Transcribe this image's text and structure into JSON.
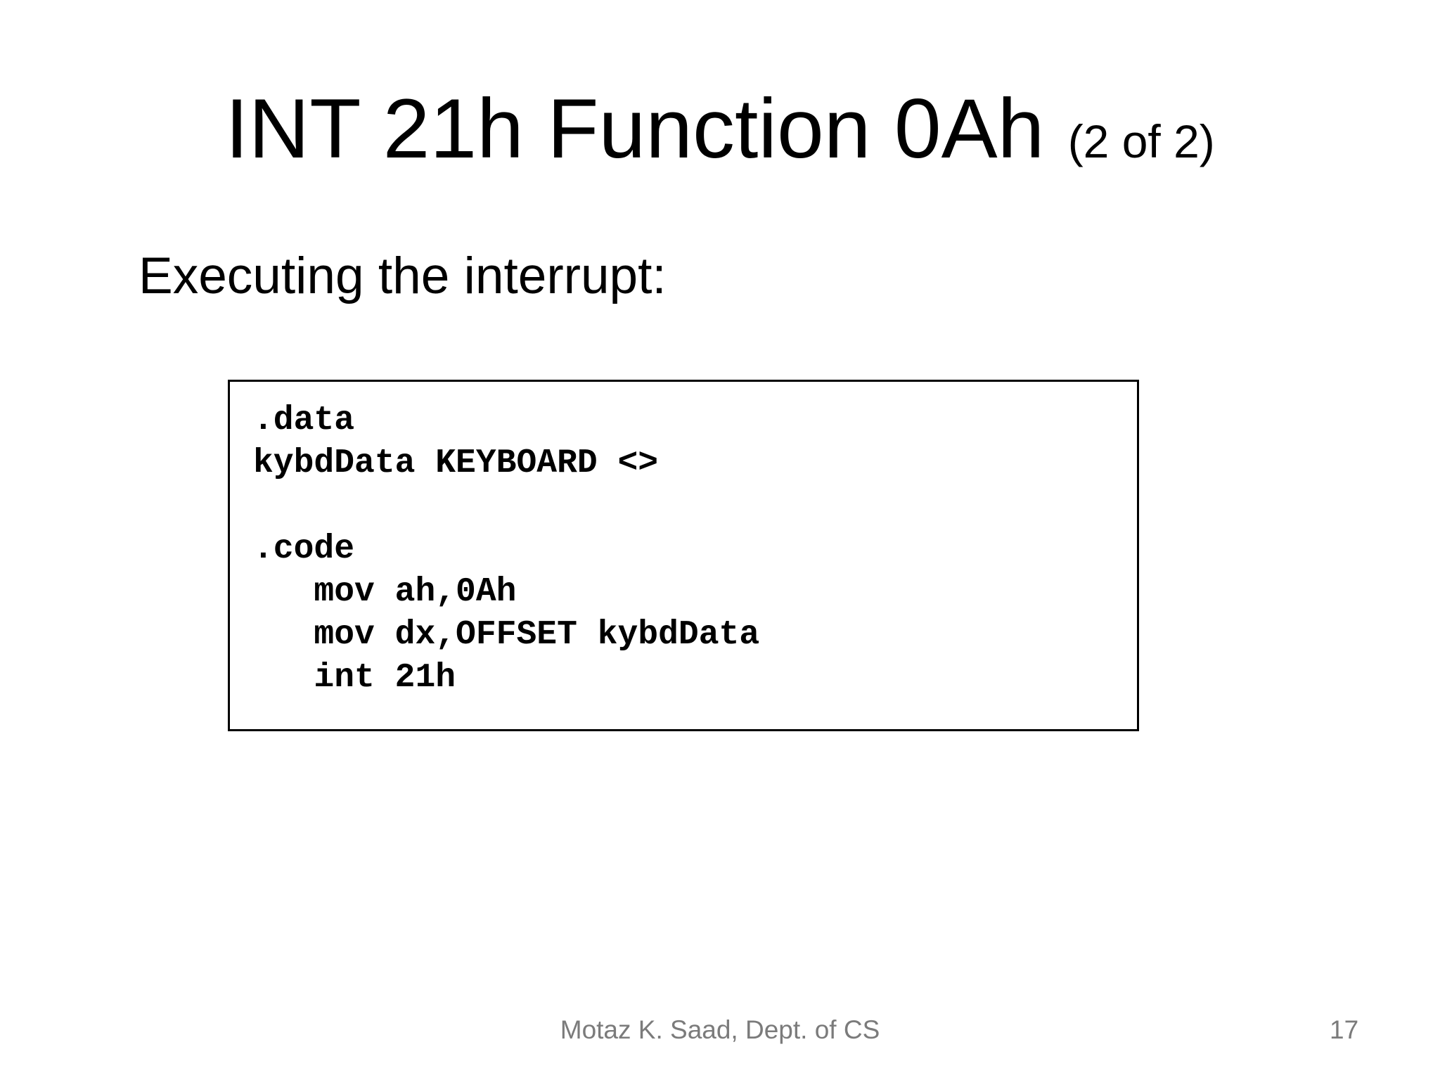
{
  "slide": {
    "title": {
      "main": "INT 21h Function 0Ah",
      "suffix": "(2 of 2)"
    },
    "heading": "Executing the interrupt:",
    "code_box": {
      "text": ".data\nkybdData KEYBOARD <>\n\n.code\n   mov ah,0Ah\n   mov dx,OFFSET kybdData\n   int 21h",
      "lines": [
        ".data",
        "kybdData KEYBOARD <>",
        "",
        ".code",
        "   mov ah,0Ah",
        "   mov dx,OFFSET kybdData",
        "   int 21h"
      ]
    },
    "footer": {
      "author": "Motaz K. Saad, Dept. of CS",
      "page_number": "17"
    },
    "colors": {
      "background": "#ffffff",
      "text": "#000000",
      "box_border": "#000000",
      "footer_gray": "#7b7b7b"
    }
  }
}
